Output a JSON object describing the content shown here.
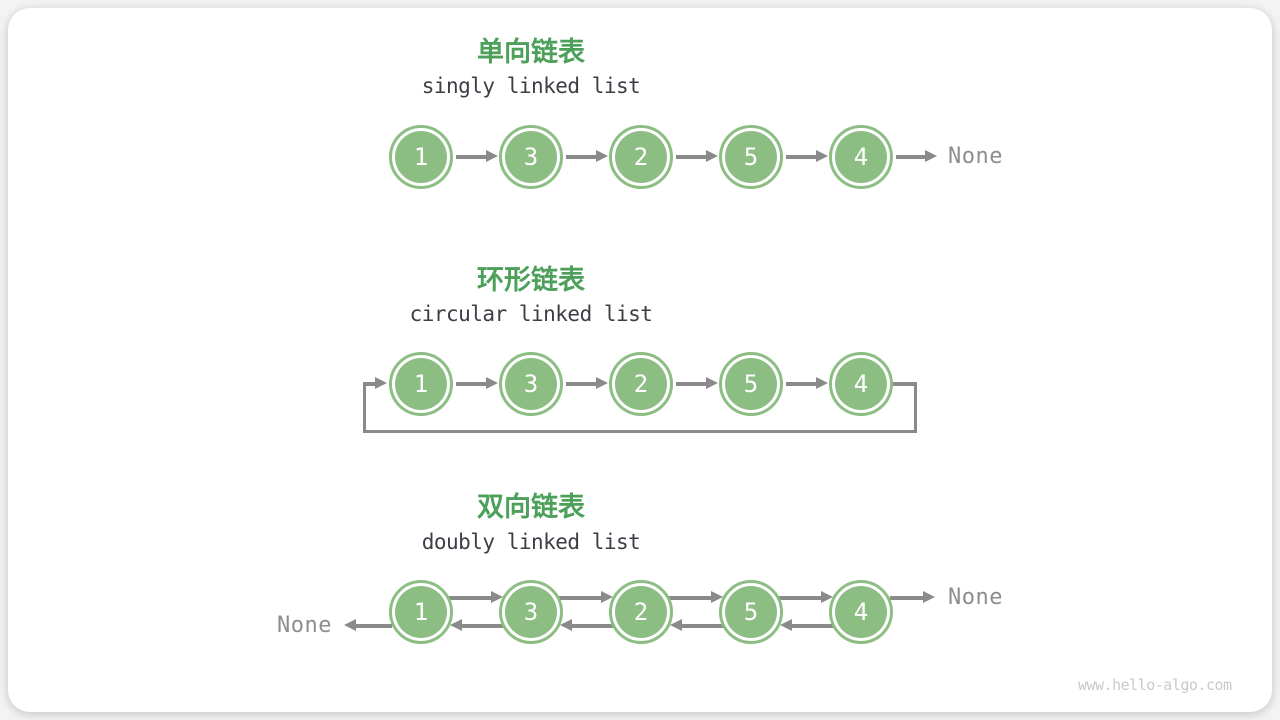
{
  "watermark": "www.hello-algo.com",
  "colors": {
    "node_green": "#8CBE84",
    "title_green": "#4CA05A",
    "arrow_gray": "#8A8A8A",
    "subtitle_dark": "#3B3F45",
    "none_gray": "#8D8D8D",
    "watermark_gray": "#C9C9C9",
    "card_background": "#FFFFFF",
    "page_background": "#F3F3F3"
  },
  "sections": {
    "singly": {
      "title": "单向链表",
      "subtitle": "singly linked list",
      "nodes": [
        "1",
        "3",
        "2",
        "5",
        "4"
      ],
      "tail": "None"
    },
    "circular": {
      "title": "环形链表",
      "subtitle": "circular linked list",
      "nodes": [
        "1",
        "3",
        "2",
        "5",
        "4"
      ]
    },
    "doubly": {
      "title": "双向链表",
      "subtitle": "doubly linked list",
      "nodes": [
        "1",
        "3",
        "2",
        "5",
        "4"
      ],
      "head": "None",
      "tail": "None"
    }
  }
}
